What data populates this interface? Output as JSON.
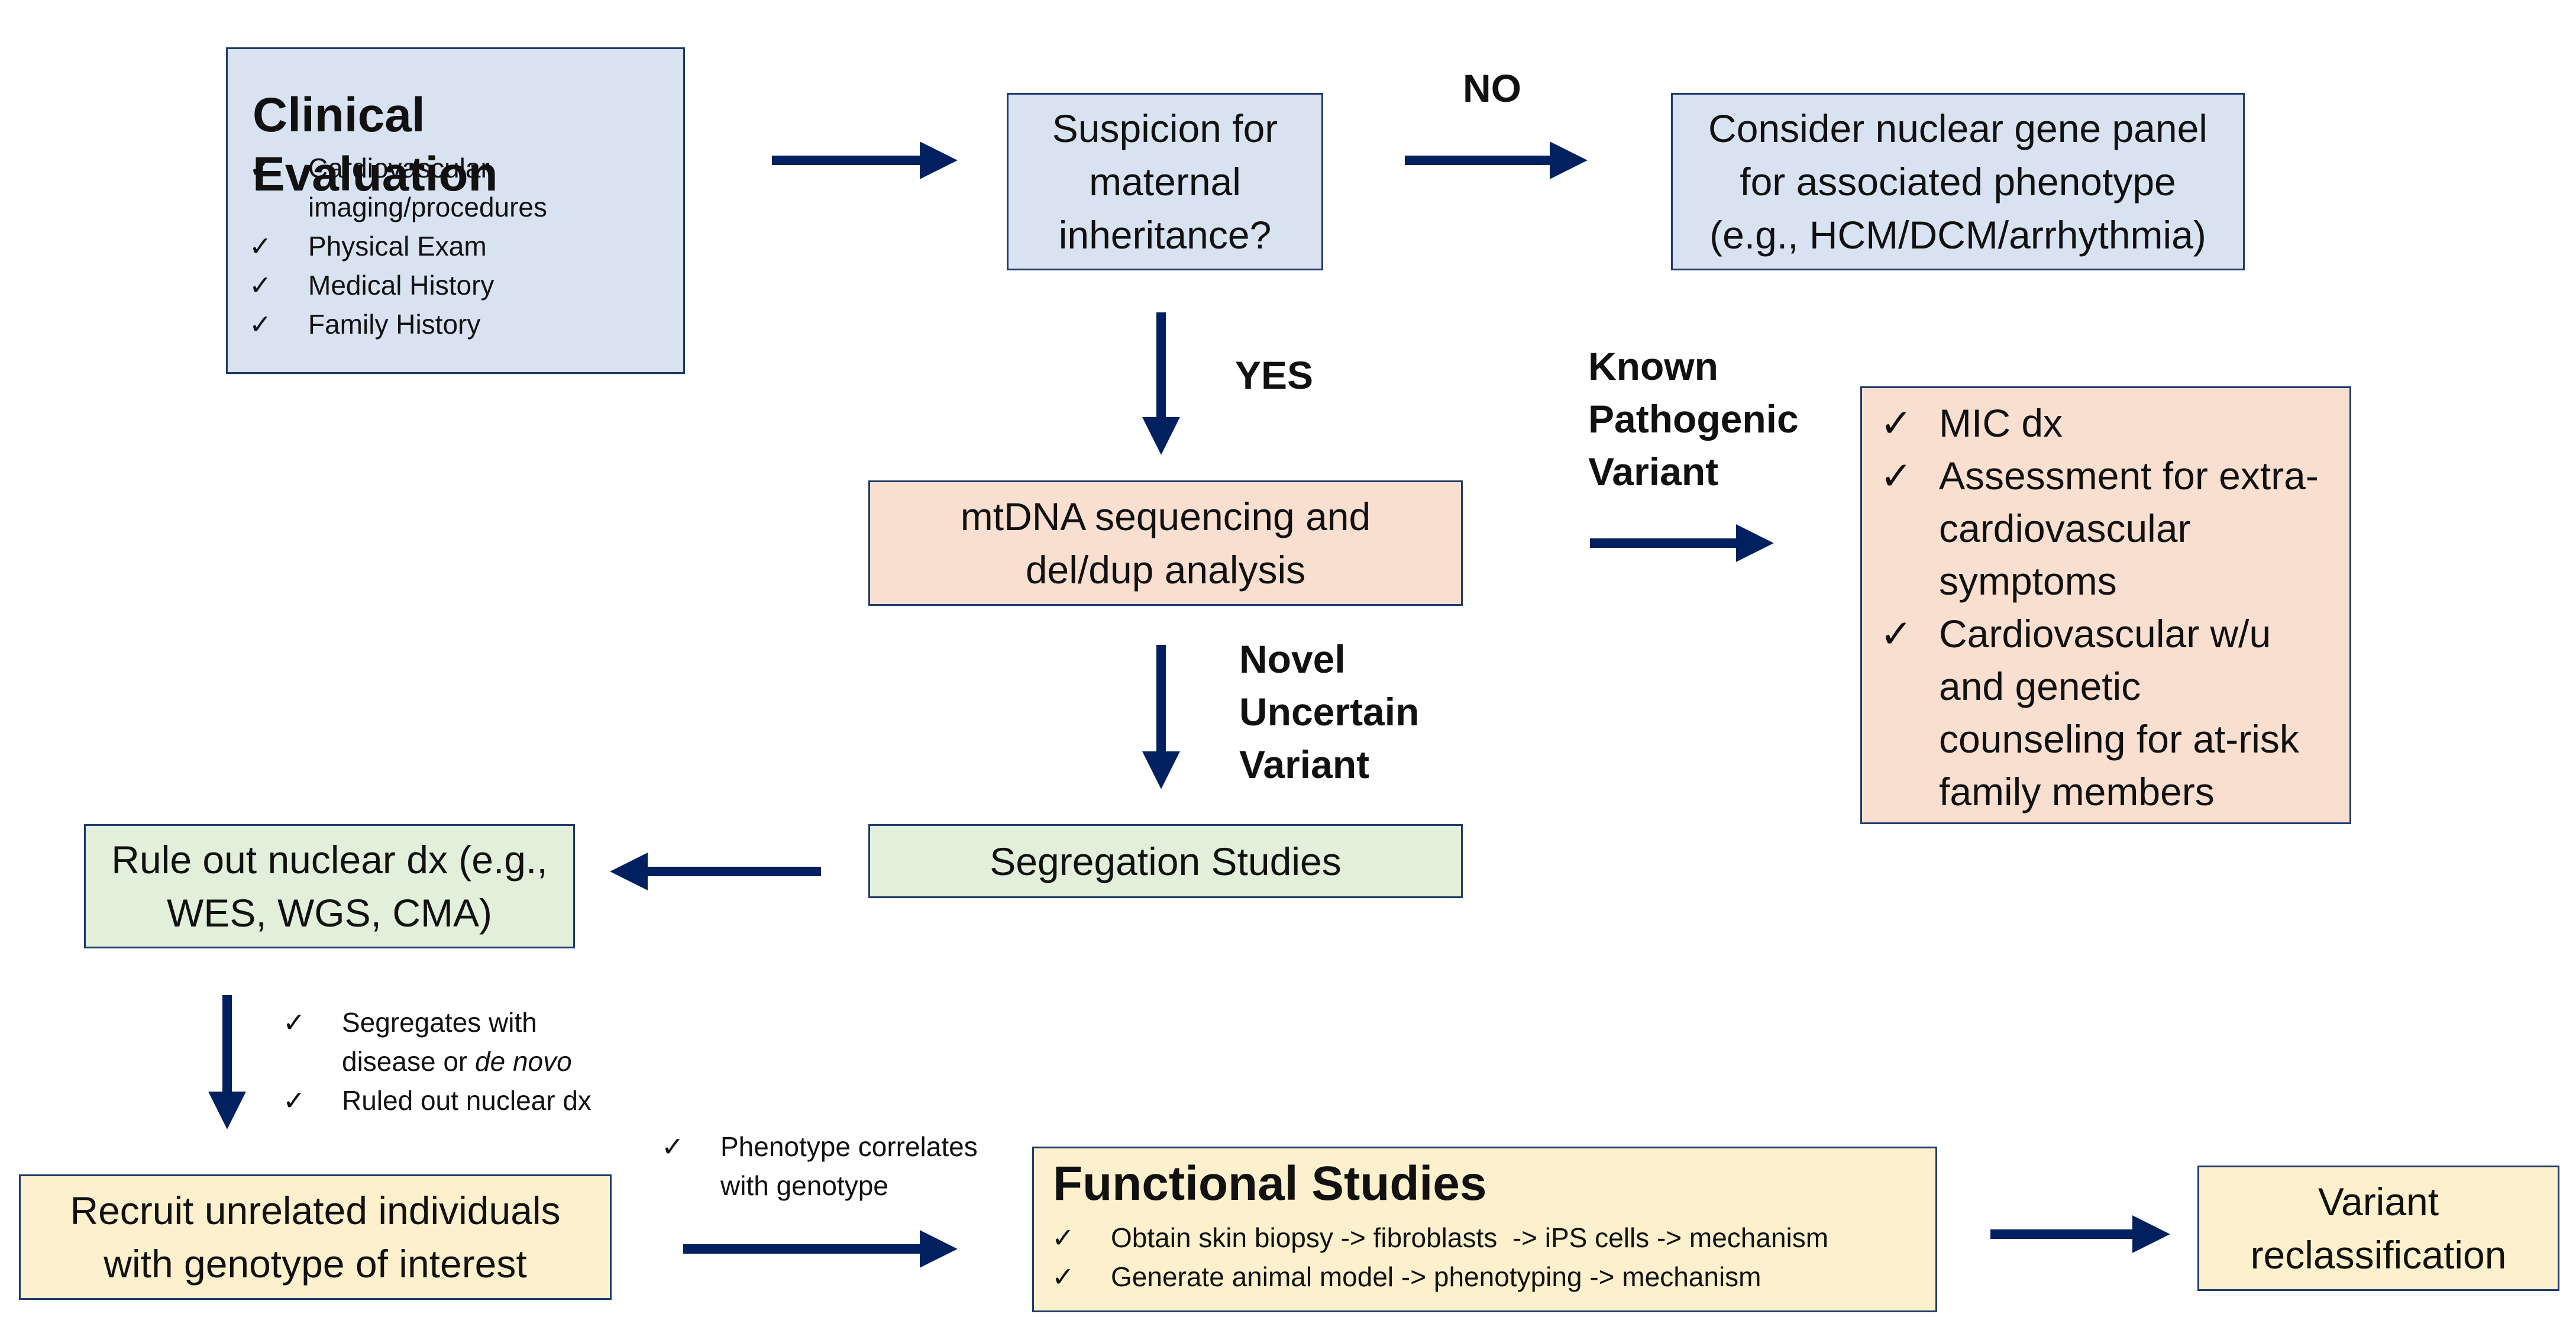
{
  "clinical": {
    "title": "Clinical Evaluation",
    "check": "✓",
    "items": [
      "Cardiovascular imaging/procedures",
      "Physical Exam",
      "Medical History",
      "Family History"
    ]
  },
  "suspicion": {
    "text": "Suspicion for maternal inheritance?"
  },
  "nuclear_panel": {
    "line1": "Consider nuclear gene panel",
    "line2": "for associated phenotype",
    "line3": "(e.g., HCM/DCM/arrhythmia)"
  },
  "mtdna": {
    "line1": "mtDNA sequencing and",
    "line2": "del/dup analysis"
  },
  "segregation": {
    "text": "Segregation Studies"
  },
  "rule_out": {
    "line1": "Rule out nuclear dx (e.g.,",
    "line2": "WES, WGS, CMA)"
  },
  "known": {
    "check": "✓",
    "items": [
      "MIC dx",
      "Assessment for extra-cardiovascular symptoms",
      "Cardiovascular w/u and genetic counseling for at-risk family members"
    ]
  },
  "recruit": {
    "line1": "Recruit unrelated individuals",
    "line2": "with genotype of interest"
  },
  "functional": {
    "title": "Functional Studies",
    "check": "✓",
    "items": [
      "Obtain skin biopsy -> fibroblasts  -> iPS cells -> mechanism",
      "Generate animal model -> phenotyping -> mechanism"
    ]
  },
  "reclass": {
    "line1": "Variant",
    "line2": "reclassification"
  },
  "labels": {
    "no": "NO",
    "yes": "YES",
    "known_line1": "Known",
    "known_line2": "Pathogenic",
    "known_line3": "Variant",
    "novel_line1": "Novel",
    "novel_line2": "Uncertain",
    "novel_line3": "Variant"
  },
  "notes": {
    "check": "✓",
    "segregates_line1": "Segregates with",
    "segregates_line2_a": "disease or ",
    "segregates_line2_b": "de novo",
    "ruled_out": "Ruled out nuclear dx",
    "phenotype_line1": "Phenotype correlates",
    "phenotype_line2": "with genotype"
  },
  "colors": {
    "arrow": "#002060",
    "border": "#1f3a6b",
    "blue": "#d9e2f1",
    "peach": "#f8dfcf",
    "green": "#e2efda",
    "yellow": "#fdf0cc"
  }
}
